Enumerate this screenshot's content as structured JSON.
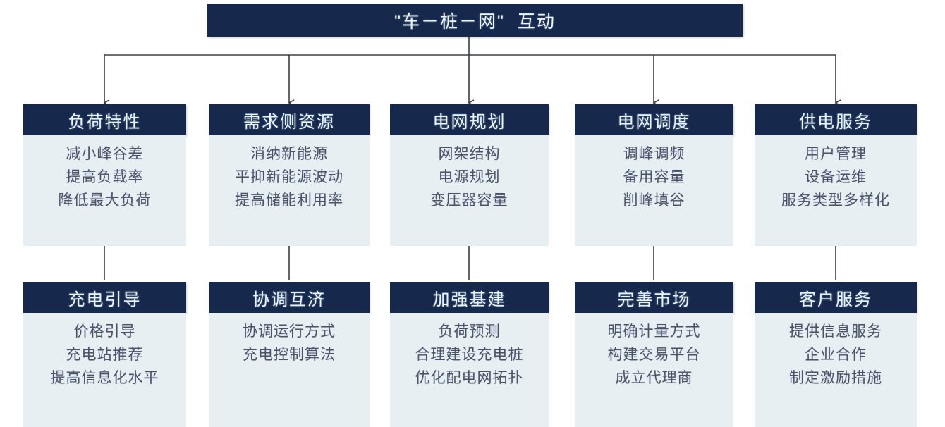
{
  "diagram": {
    "title": "\"车－桩－网\"  互动",
    "colors": {
      "header_bg": "#16294c",
      "body_bg": "#e8eff3",
      "header_text": "#eef3fa",
      "body_text": "#4a5468",
      "connector": "#3a3f46",
      "page_bg": "#ffffff"
    },
    "top_row": [
      {
        "header": "负荷特性",
        "items": [
          "减小峰谷差",
          "提高负载率",
          "降低最大负荷"
        ]
      },
      {
        "header": "需求侧资源",
        "items": [
          "消纳新能源",
          "平抑新能源波动",
          "提高储能利用率"
        ]
      },
      {
        "header": "电网规划",
        "items": [
          "网架结构",
          "电源规划",
          "变压器容量"
        ]
      },
      {
        "header": "电网调度",
        "items": [
          "调峰调频",
          "备用容量",
          "削峰填谷"
        ]
      },
      {
        "header": "供电服务",
        "items": [
          "用户管理",
          "设备运维",
          "服务类型多样化"
        ]
      }
    ],
    "bottom_row": [
      {
        "header": "充电引导",
        "items": [
          "价格引导",
          "充电站推荐",
          "提高信息化水平"
        ]
      },
      {
        "header": "协调互济",
        "items": [
          "协调运行方式",
          "充电控制算法"
        ]
      },
      {
        "header": "加强基建",
        "items": [
          "负荷预测",
          "合理建设充电桩",
          "优化配电网拓扑"
        ]
      },
      {
        "header": "完善市场",
        "items": [
          "明确计量方式",
          "构建交易平台",
          "成立代理商"
        ]
      },
      {
        "header": "客户服务",
        "items": [
          "提供信息服务",
          "企业合作",
          "制定激励措施"
        ]
      }
    ]
  }
}
